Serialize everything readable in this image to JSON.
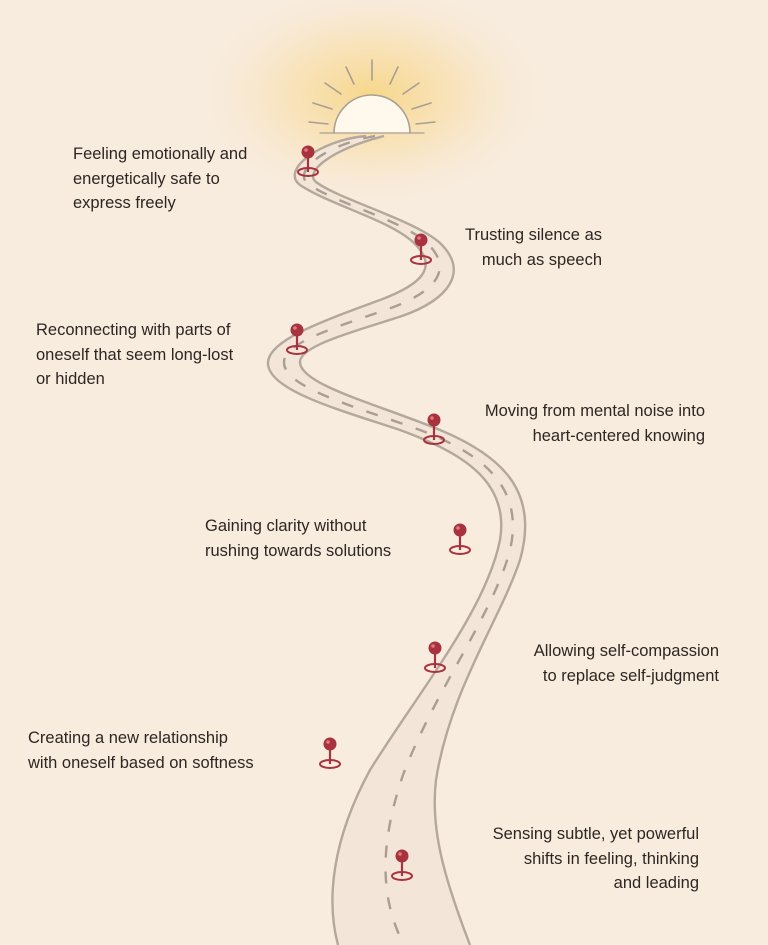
{
  "colors": {
    "background": "#f8ecdf",
    "sun_glow": "#f6d37a",
    "road_edge": "#b3a89c",
    "road_fill": "#f3e6d8",
    "road_dash": "#a99e92",
    "pin": "#a8323e",
    "pin_highlight": "#e07a82",
    "text": "#2e2622"
  },
  "icons": {
    "sun": "sun-icon",
    "pin": "map-pin-icon"
  },
  "milestones": [
    {
      "id": "m1",
      "lines": [
        "Feeling emotionally and",
        "energetically safe to",
        "express freely"
      ]
    },
    {
      "id": "m2",
      "lines": [
        "Trusting silence as",
        "much as speech"
      ]
    },
    {
      "id": "m3",
      "lines": [
        "Reconnecting with parts of",
        "oneself that seem long-lost",
        "or hidden"
      ]
    },
    {
      "id": "m4",
      "lines": [
        "Moving from mental noise into",
        "heart-centered knowing"
      ]
    },
    {
      "id": "m5",
      "lines": [
        "Gaining clarity without",
        "rushing towards solutions"
      ]
    },
    {
      "id": "m6",
      "lines": [
        "Allowing self-compassion",
        "to replace self-judgment"
      ]
    },
    {
      "id": "m7",
      "lines": [
        "Creating a new relationship",
        "with oneself based on softness"
      ]
    },
    {
      "id": "m8",
      "lines": [
        "Sensing subtle, yet powerful",
        "shifts in feeling, thinking",
        "and leading"
      ]
    }
  ]
}
